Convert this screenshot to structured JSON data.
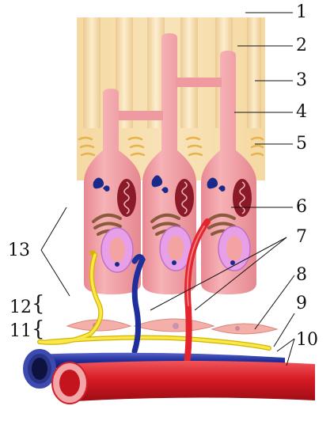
{
  "labels": {
    "l1": "1",
    "l2": "2",
    "l3": "3",
    "l4": "4",
    "l5": "5",
    "l6": "6",
    "l7": "7",
    "l8": "8",
    "l9": "9",
    "l10": "10",
    "l11": "11",
    "l12": "12",
    "l13": "13"
  },
  "colors": {
    "matrix_background": "#f6dca8",
    "cell_body": "#f3a0a6",
    "nucleus_membrane": "#e7a0e8",
    "nucleus": "#1e2f8c",
    "mitochondria": "#9b2b3a",
    "golgi": "#8a5a3c",
    "vein": "#1e2e9a",
    "artery": "#e3252e",
    "nerve": "#f2e23a",
    "fibroblast": "#f4b0a8"
  }
}
